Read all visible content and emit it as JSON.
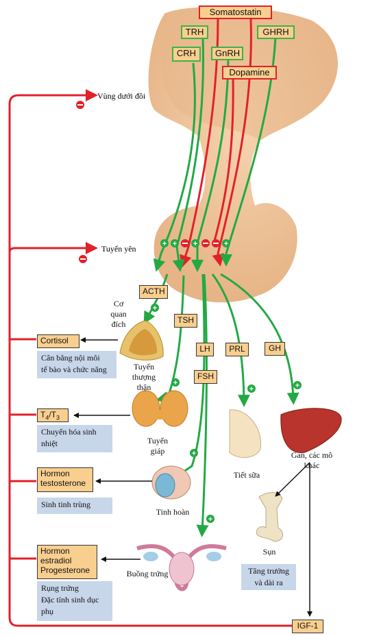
{
  "hypothalamic_hormones": {
    "somatostatin": "Somatostatin",
    "trh": "TRH",
    "ghrh": "GHRH",
    "crh": "CRH",
    "gnrh": "GnRH",
    "dopamine": "Dopamine"
  },
  "organs": {
    "hypothalamus": "Vùng dưới đồi",
    "pituitary": "Tuyến yên"
  },
  "pituitary_hormones": {
    "acth": "ACTH",
    "tsh": "TSH",
    "lh": "LH",
    "fsh": "FSH",
    "prl": "PRL",
    "gh": "GH"
  },
  "target_organ_label": [
    "Cơ",
    "quan",
    "đích"
  ],
  "targets": {
    "adrenal": [
      "Tuyến",
      "thượng",
      "thận"
    ],
    "thyroid": [
      "Tuyến",
      "giáp"
    ],
    "testis": "Tinh hoàn",
    "ovary": "Buồng trứng",
    "breast": "Tiết sữa",
    "liver": [
      "Gan, các mô",
      "khác"
    ],
    "cartilage": "Sụn"
  },
  "products": {
    "cortisol": "Cortisol",
    "t4t3_main": "T",
    "t4_sub": "4",
    "t4t3_slash": "/T",
    "t3_sub": "3",
    "testosterone": [
      "Hormon",
      "testosterone"
    ],
    "estradiol": [
      "Hormon",
      "estradiol",
      "Progesterone"
    ],
    "igf1": "IGF-1"
  },
  "effects": {
    "cortisol": [
      "Cân bằng nội môi",
      "tế bào và chức năng"
    ],
    "thyroid": [
      "Chuyển hóa sinh",
      "nhiệt"
    ],
    "testosterone": "Sinh tinh trùng",
    "ovary": [
      "Rụng trứng",
      "Đặc tính sinh dục",
      "phụ"
    ],
    "growth": [
      "Tăng trưởng",
      "và dài ra"
    ]
  },
  "symbols": {
    "plus": "+",
    "minus": "−"
  },
  "colors": {
    "stimulate": "#22a944",
    "inhibit": "#e2202a",
    "hormone_box": "#f9cf8f",
    "effect_box": "#c8d6ea",
    "gland": "#f2c69c"
  }
}
